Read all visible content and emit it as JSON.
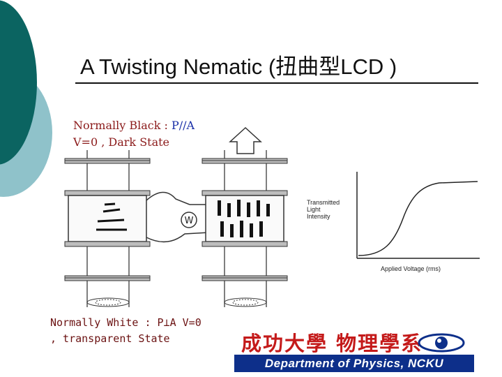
{
  "slide": {
    "title": "A Twisting Nematic (扭曲型LCD )",
    "accent_dark": "#0b6461",
    "accent_light": "#8fc2ca"
  },
  "normally_black": {
    "prefix": "Normally Black : ",
    "relation": "P//A",
    "line2": "V=0 , Dark State"
  },
  "normally_white": {
    "prefix": "Normally White : ",
    "relation": "P⊥A V=0",
    "line2": ", transparent  State"
  },
  "graph": {
    "ylabel_lines": [
      "Transmitted",
      "Light",
      "Intensity"
    ],
    "xlabel": "Applied Voltage (rms)"
  },
  "voltage_source": {
    "symbol": "W"
  },
  "footer": {
    "dept_cn": "成功大學 物理學系",
    "dept_en": "Department of Physics, NCKU"
  }
}
